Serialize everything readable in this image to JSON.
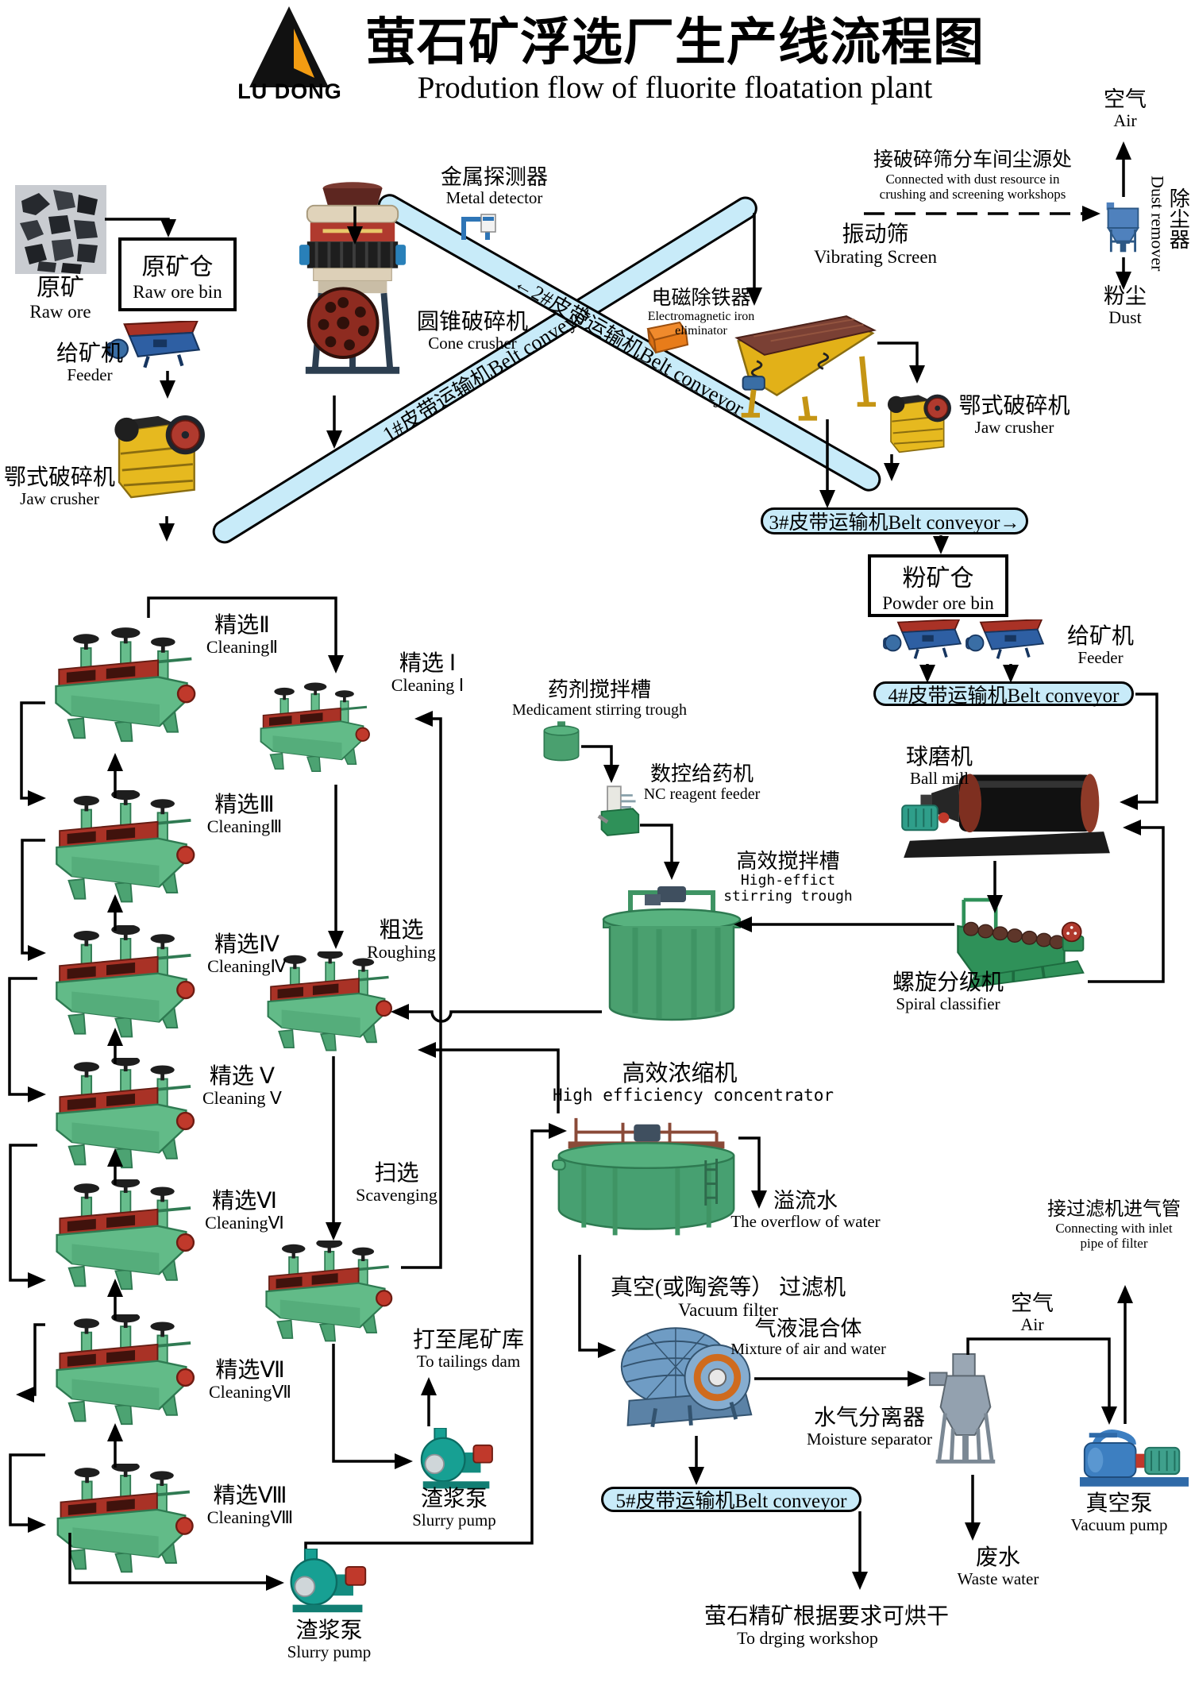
{
  "header": {
    "logo_text": "LU DONG",
    "title_zh": "萤石矿浮选厂生产线流程图",
    "title_en": "Prodution flow of fluorite floatation plant"
  },
  "belts": {
    "b1": "1#皮带运输机Belt conveyor",
    "b2": "←2#皮带运输机Belt conveyor",
    "b3": "3#皮带运输机Belt conveyor→",
    "b4": "4#皮带运输机Belt conveyor",
    "b5": "5#皮带运输机Belt conveyor"
  },
  "labels": {
    "raw_ore": {
      "zh": "原矿",
      "en": "Raw ore"
    },
    "raw_ore_bin": {
      "zh": "原矿仓",
      "en": "Raw ore bin"
    },
    "feeder_top": {
      "zh": "给矿机",
      "en": "Feeder"
    },
    "jaw_crusher_left": {
      "zh": "鄂式破碎机",
      "en": "Jaw crusher"
    },
    "metal_detector": {
      "zh": "金属探测器",
      "en": "Metal detector"
    },
    "cone_crusher": {
      "zh": "圆锥破碎机",
      "en": "Cone crusher"
    },
    "iron_eliminator": {
      "zh": "电磁除铁器",
      "en1": "Electromagnetic iron",
      "en2": "eliminator"
    },
    "vibrating_screen": {
      "zh": "振动筛",
      "en": "Vibrating  Screen"
    },
    "jaw_crusher_right": {
      "zh": "鄂式破碎机",
      "en": "Jaw crusher"
    },
    "dust_source": {
      "zh": "接破碎筛分车间尘源处",
      "en1": "Connected with dust resource in",
      "en2": "crushing and screening workshops"
    },
    "air_top": {
      "zh": "空气",
      "en": "Air"
    },
    "dust_remover": {
      "zh": "除尘器",
      "en": "Dust remover"
    },
    "dust": {
      "zh": "粉尘",
      "en": "Dust"
    },
    "powder_ore_bin": {
      "zh": "粉矿仓",
      "en": "Powder ore bin"
    },
    "feeder_right": {
      "zh": "给矿机",
      "en": "Feeder"
    },
    "ball_mill": {
      "zh": "球磨机",
      "en": "Ball  mill"
    },
    "spiral_classifier": {
      "zh": "螺旋分级机",
      "en": "Spiral classifier"
    },
    "medicament_trough": {
      "zh": "药剂搅拌槽",
      "en": "Medicament stirring trough"
    },
    "nc_reagent_feeder": {
      "zh": "数控给药机",
      "en": "NC reagent feeder"
    },
    "he_stirring_trough": {
      "zh": "高效搅拌槽",
      "en1": "High-effict",
      "en2": "stirring trough"
    },
    "cleaning1": {
      "zh": "精选 Ⅰ",
      "en": "Cleaning Ⅰ"
    },
    "cleaning2": {
      "zh": "精选Ⅱ",
      "en": "CleaningⅡ"
    },
    "cleaning3": {
      "zh": "精选Ⅲ",
      "en": "CleaningⅢ"
    },
    "cleaning4": {
      "zh": "精选Ⅳ",
      "en": "CleaningⅣ"
    },
    "cleaning5": {
      "zh": "精选 Ⅴ",
      "en": "Cleaning Ⅴ"
    },
    "cleaning6": {
      "zh": "精选Ⅵ",
      "en": "CleaningⅥ"
    },
    "cleaning7": {
      "zh": "精选Ⅶ",
      "en": "CleaningⅦ"
    },
    "cleaning8": {
      "zh": "精选Ⅷ",
      "en": "CleaningⅧ"
    },
    "roughing": {
      "zh": "粗选",
      "en": "Roughing"
    },
    "scavenging": {
      "zh": "扫选",
      "en": "Scavenging"
    },
    "concentrator": {
      "zh": "高效浓缩机",
      "en": "High efficiency concentrator"
    },
    "overflow": {
      "zh": "溢流水",
      "en": "The overflow of water"
    },
    "vacuum_filter": {
      "zh": "真空(或陶瓷等） 过滤机",
      "en": "Vacuum filter"
    },
    "tailings_dam": {
      "zh": "打至尾矿库",
      "en": "To tailings dam"
    },
    "slurry_pump_mid": {
      "zh": "渣浆泵",
      "en": "Slurry pump"
    },
    "slurry_pump_bottom": {
      "zh": "渣浆泵",
      "en": "Slurry pump"
    },
    "mixture": {
      "zh": "气液混合体",
      "en": "Mixture of air and water"
    },
    "moisture_separator": {
      "zh": "水气分离器",
      "en": "Moisture separator"
    },
    "air_bottom": {
      "zh": "空气",
      "en": "Air"
    },
    "inlet_pipe": {
      "zh": "接过滤机进气管",
      "en1": "Connecting with inlet",
      "en2": "pipe of filter"
    },
    "vacuum_pump": {
      "zh": "真空泵",
      "en": "Vacuum pump"
    },
    "waste_water": {
      "zh": "废水",
      "en": "Waste water"
    },
    "to_drying": {
      "zh": "萤石精矿根据要求可烘干",
      "en": "To drging workshop"
    }
  },
  "colors": {
    "belt_fill": "#c8ebf9",
    "line": "#000000",
    "machine_green": "#4aa06f",
    "machine_yellow": "#e6b91f",
    "machine_red": "#b03a2e",
    "machine_blue": "#3d7fc1",
    "pump_teal": "#17a093",
    "eliminator_orange": "#f08a2c"
  }
}
